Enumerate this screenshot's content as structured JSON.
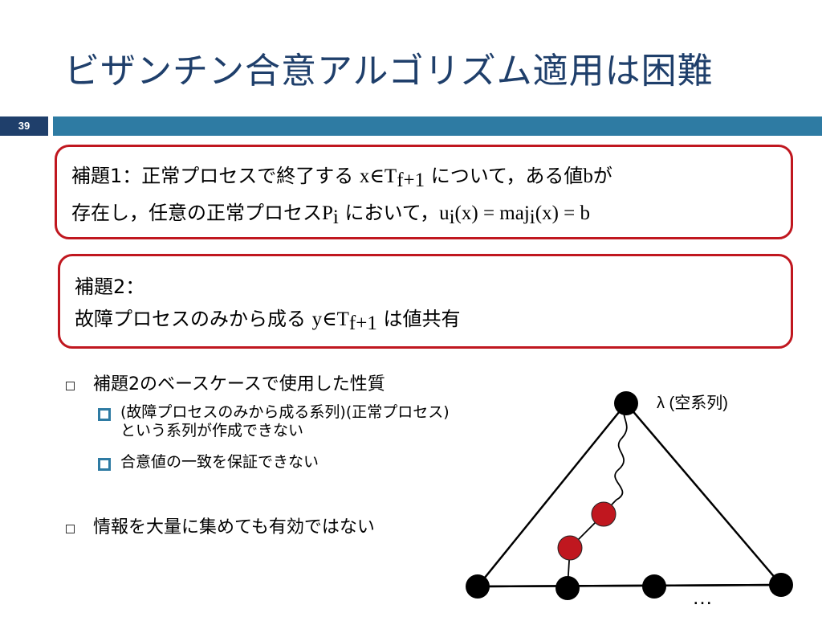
{
  "slide": {
    "title": "ビザンチン合意アルゴリズム適用は困難",
    "slide_number": "39",
    "lemma1": {
      "line1_text": "補題1：正常プロセスで終了する ",
      "line1_x": "x∈T",
      "line1_sub": "f+1",
      "line1_tail": " について，ある値",
      "line1_b": "b",
      "line1_end": "が",
      "line2_text": "存在し，任意の正常プロセス",
      "line2_p": "P",
      "line2_p_sub": "i",
      "line2_mid": " において，",
      "line2_u": "u",
      "line2_u_sub": "i",
      "line2_eq1": "(x) = maj",
      "line2_maj_sub": "i",
      "line2_eq2": "(x) = b"
    },
    "lemma2": {
      "line1": "補題2：",
      "line2_text": "故障プロセスのみから成る ",
      "line2_y": "y∈T",
      "line2_sub": "f+1",
      "line2_tail": " は値共有"
    },
    "bullets": [
      {
        "text": "補題2のベースケースで使用した性質",
        "sub": [
          {
            "line1": "(故障プロセスのみから成る系列)(正常プロセス)",
            "line2": "という系列が作成できない"
          },
          {
            "line1": "合意値の一致を保証できない"
          }
        ]
      },
      {
        "text": "情報を大量に集めても有効ではない"
      }
    ],
    "diagram": {
      "top_label": "λ (空系列)",
      "ellipsis": "…"
    }
  },
  "colors": {
    "title": "#1f3f6b",
    "band": "#2e7ba3",
    "box_border": "#c0171f",
    "red_node": "#c0171f"
  }
}
